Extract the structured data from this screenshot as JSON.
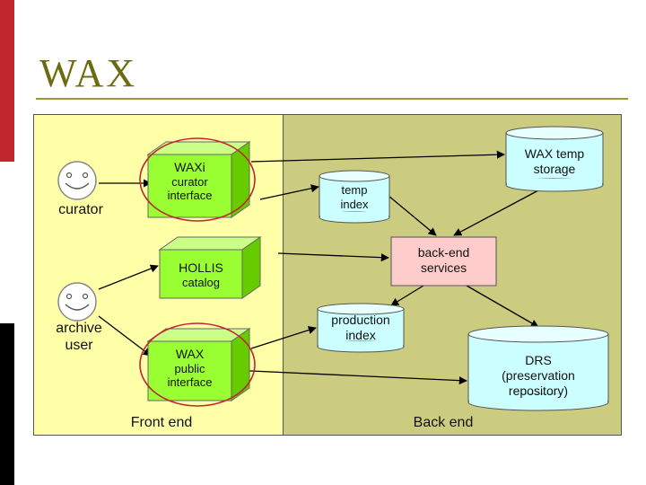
{
  "title": "WAX",
  "nodes": {
    "curator": "curator",
    "archive_user": [
      "archive",
      "user"
    ],
    "waxi": [
      "WAXi",
      "curator",
      "interface"
    ],
    "hollis": [
      "HOLLIS",
      "catalog"
    ],
    "wax_public": [
      "WAX",
      "public",
      "interface"
    ],
    "temp_index": [
      "temp",
      "index"
    ],
    "wax_temp_storage": [
      "WAX temp",
      "storage"
    ],
    "backend_services": [
      "back-end",
      "services"
    ],
    "production_index": [
      "production",
      "index"
    ],
    "drs": [
      "DRS",
      "(preservation",
      "repository)"
    ]
  },
  "regions": {
    "front": "Front end",
    "back": "Back end"
  },
  "colors": {
    "front_bg": "#ffffa8",
    "back_bg": "#cccc80",
    "cube_green": "#99ff33",
    "cylinder_cyan": "#ccffff",
    "box_pink": "#ffcccc",
    "highlight_ring": "#c0272d",
    "title": "#6b6b10"
  }
}
